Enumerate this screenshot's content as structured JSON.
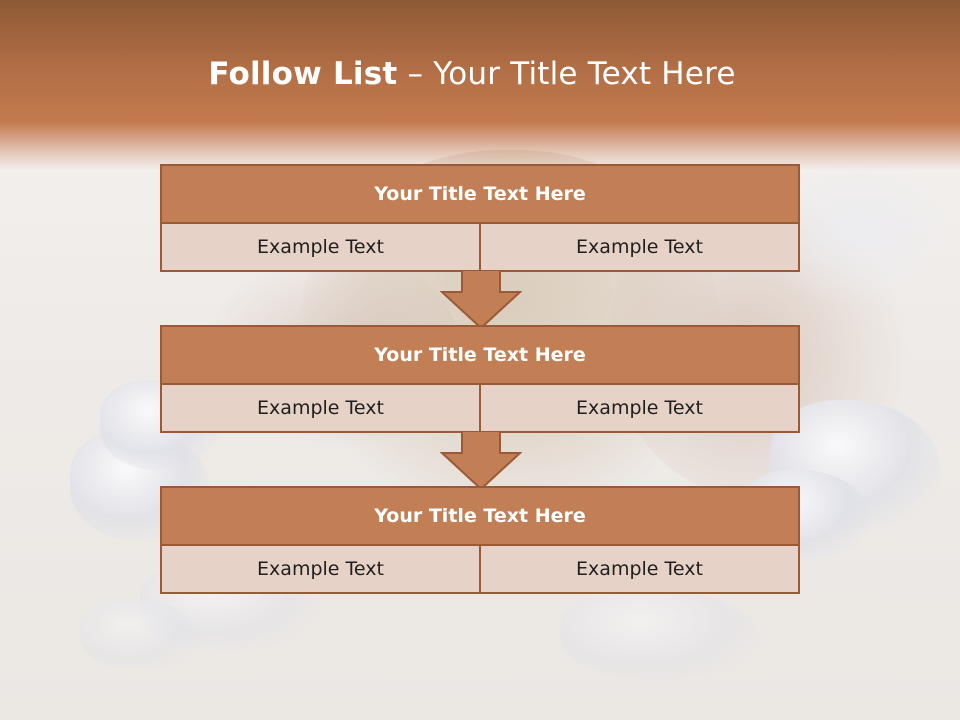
{
  "slide": {
    "title_bold": "Follow List",
    "title_rest": " – Your Title Text Here"
  },
  "steps": [
    {
      "title": "Your Title Text Here",
      "left": "Example Text",
      "right": "Example Text"
    },
    {
      "title": "Your Title Text Here",
      "left": "Example Text",
      "right": "Example Text"
    },
    {
      "title": "Your Title Text Here",
      "left": "Example Text",
      "right": "Example Text"
    }
  ],
  "colors": {
    "header": "#b16e45",
    "box_title": "#c27f55",
    "box_cell": "#e7d2c7",
    "border": "#9a5a35"
  }
}
